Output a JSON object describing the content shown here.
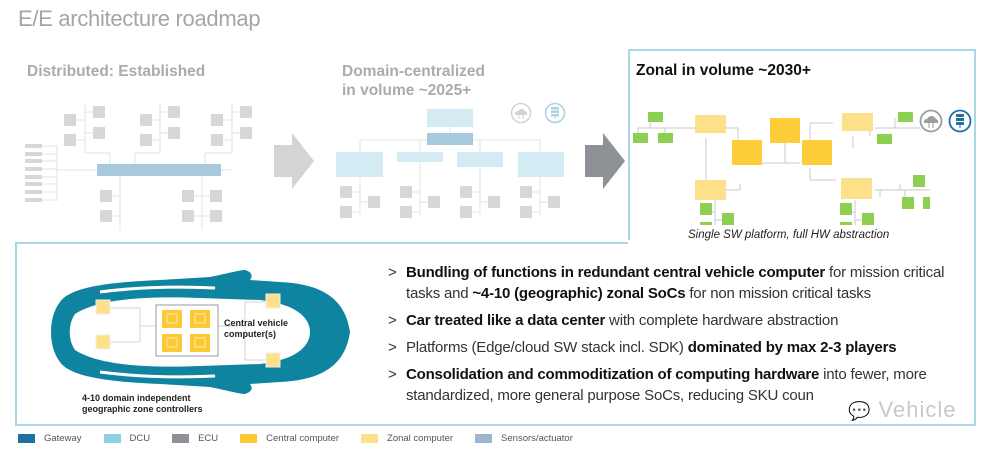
{
  "title": "E/E architecture roadmap",
  "stages": [
    {
      "title": "Distributed: Established"
    },
    {
      "title_line1": "Domain-centralized",
      "title_line2": "in volume ~2025+"
    },
    {
      "title": "Zonal in volume ~2030+",
      "caption": "Single SW platform, full HW abstraction"
    }
  ],
  "icons": {
    "cloud": "cloud-icon",
    "server": "server-icon",
    "arrow": "arrow-right-icon"
  },
  "car": {
    "central_label_line1": "Central vehicle",
    "central_label_line2": "computer(s)",
    "zone_label_line1": "4-10 domain independent",
    "zone_label_line2": "geographic zone controllers"
  },
  "bullets": [
    {
      "mark": ">",
      "parts": [
        {
          "text": "Bundling of functions in redundant central vehicle computer",
          "bold": true
        },
        {
          "text": " for mission critical tasks and ",
          "bold": false
        },
        {
          "text": "~4-10 (geographic) zonal SoCs",
          "bold": true
        },
        {
          "text": " for non mission critical tasks",
          "bold": false
        }
      ]
    },
    {
      "mark": ">",
      "parts": [
        {
          "text": "Car treated like a data center",
          "bold": true
        },
        {
          "text": " with complete hardware abstraction",
          "bold": false
        }
      ]
    },
    {
      "mark": ">",
      "parts": [
        {
          "text": "Platforms (Edge/cloud SW stack incl. SDK) ",
          "bold": false
        },
        {
          "text": "dominated by max 2-3 players",
          "bold": true
        }
      ]
    },
    {
      "mark": ">",
      "parts": [
        {
          "text": "Consolidation and commoditization of computing hardware",
          "bold": true
        },
        {
          "text": " into fewer, more standardized, more general purpose SoCs, reducing SKU coun",
          "bold": false
        }
      ]
    }
  ],
  "watermark": "Vehicle",
  "legend": [
    {
      "label": "Gateway",
      "color": "#1f6fa0"
    },
    {
      "label": "DCU",
      "color": "#8fd0e3"
    },
    {
      "label": "ECU",
      "color": "#8e9196"
    },
    {
      "label": "Central computer",
      "color": "#fcc934"
    },
    {
      "label": "Zonal computer",
      "color": "#fde08a"
    },
    {
      "label": "Sensors/actuator",
      "color": "#9db5cf"
    }
  ],
  "colors": {
    "ecu_faded": "#d6d7d9",
    "gateway_faded": "#a8c8db",
    "dcu_faded": "#d3ecf3",
    "sensor_green": "#8dcf50",
    "zonal": "#fde08a",
    "central": "#fdcd3a",
    "car_teal": "#0f84a0",
    "frame": "#a8d8e6"
  }
}
